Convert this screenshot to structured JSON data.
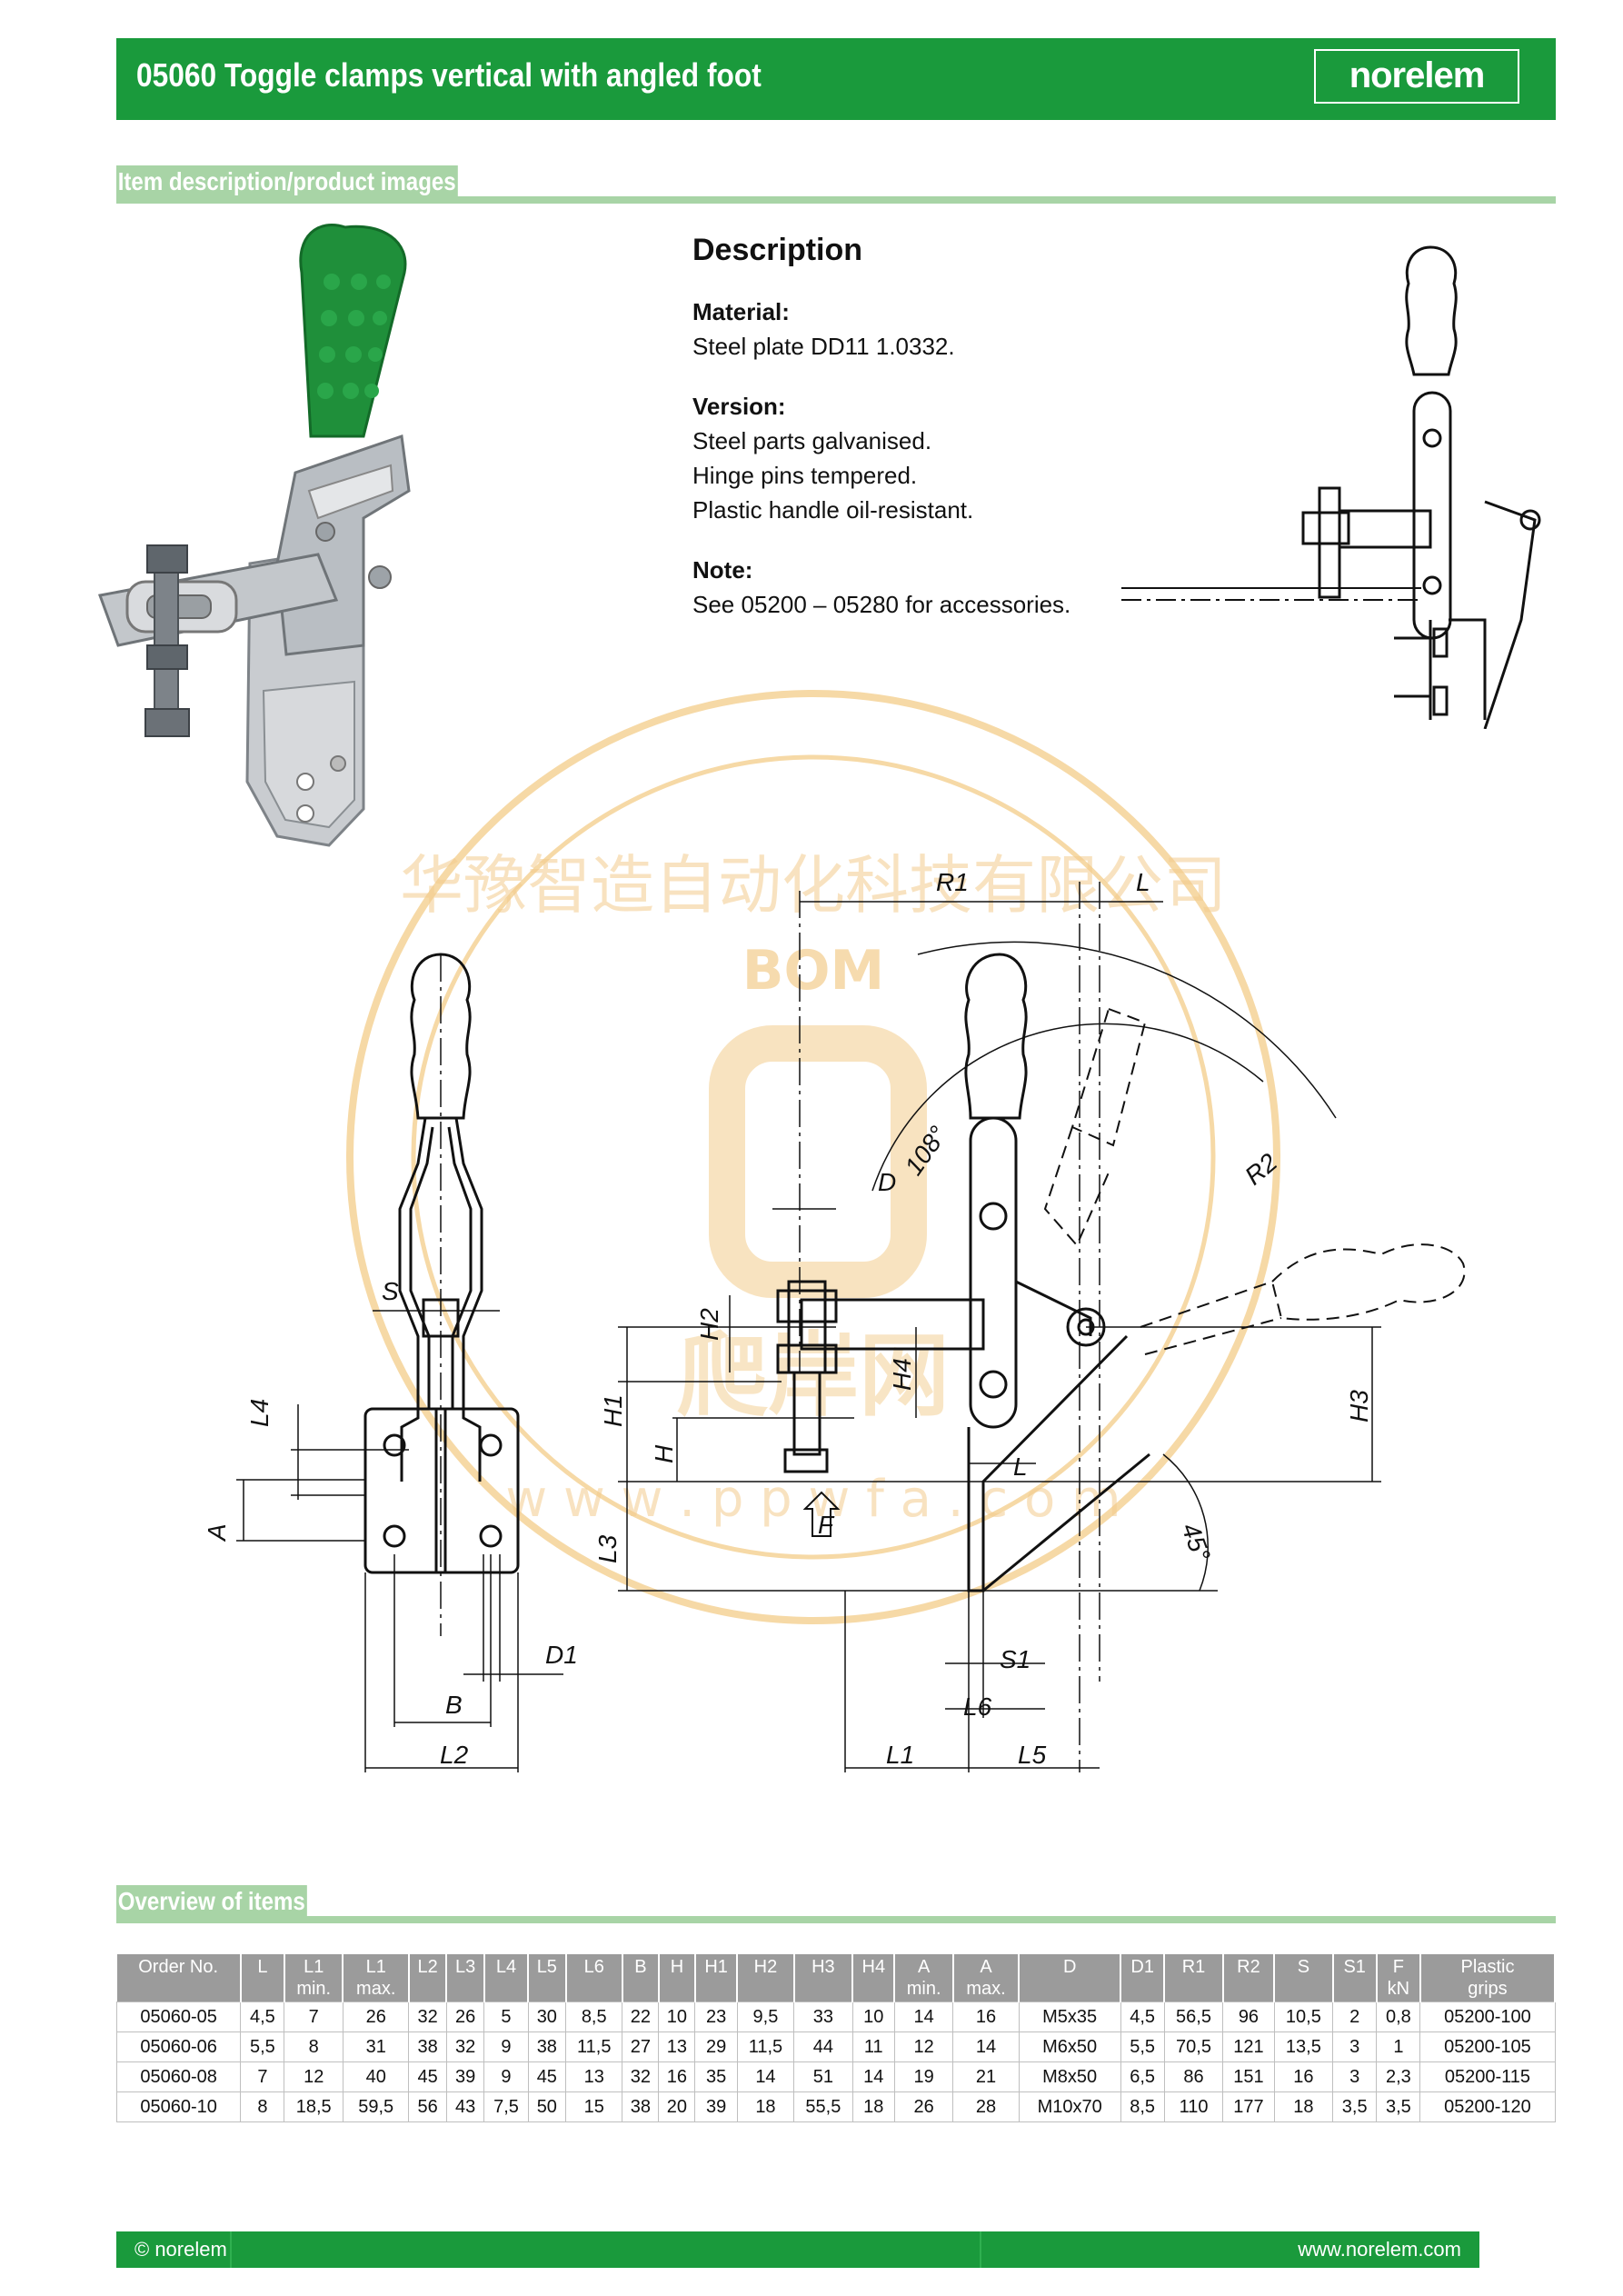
{
  "header": {
    "title": "05060 Toggle clamps vertical with angled foot",
    "logo": "norelem"
  },
  "sections": {
    "images": "Item description/product images",
    "overview": "Overview of items"
  },
  "description": {
    "heading": "Description",
    "material_label": "Material:",
    "material_text": "Steel plate DD11 1.0332.",
    "version_label": "Version:",
    "version_lines": [
      "Steel parts galvanised.",
      "Hinge pins tempered.",
      "Plastic handle oil-resistant."
    ],
    "note_label": "Note:",
    "note_text": "See 05200 – 05280 for accessories."
  },
  "drawing_labels": {
    "R1": "R1",
    "L": "L",
    "D": "D",
    "angle108": "108°",
    "R2": "R2",
    "S": "S",
    "L4": "L4",
    "A": "A",
    "H2": "H2",
    "H1": "H1",
    "H": "H",
    "H4": "H4",
    "H3": "H3",
    "L3": "L3",
    "F": "F",
    "angle45": "45°",
    "D1": "D1",
    "B": "B",
    "L2": "L2",
    "S1": "S1",
    "L6": "L6",
    "L1": "L1",
    "L5": "L5"
  },
  "watermark": {
    "line1": "华豫智造自动化科技有限公司",
    "brand": "BOM",
    "brand2": "爬岸网",
    "url": "w w w . p p w f a . c o m"
  },
  "table": {
    "headers": [
      [
        "Order No.",
        ""
      ],
      [
        "L",
        ""
      ],
      [
        "L1",
        "min."
      ],
      [
        "L1",
        "max."
      ],
      [
        "L2",
        ""
      ],
      [
        "L3",
        ""
      ],
      [
        "L4",
        ""
      ],
      [
        "L5",
        ""
      ],
      [
        "L6",
        ""
      ],
      [
        "B",
        ""
      ],
      [
        "H",
        ""
      ],
      [
        "H1",
        ""
      ],
      [
        "H2",
        ""
      ],
      [
        "H3",
        ""
      ],
      [
        "H4",
        ""
      ],
      [
        "A",
        "min."
      ],
      [
        "A",
        "max."
      ],
      [
        "D",
        ""
      ],
      [
        "D1",
        ""
      ],
      [
        "R1",
        ""
      ],
      [
        "R2",
        ""
      ],
      [
        "S",
        ""
      ],
      [
        "S1",
        ""
      ],
      [
        "F",
        "kN"
      ],
      [
        "Plastic",
        "grips"
      ]
    ],
    "rows": [
      [
        "05060-05",
        "4,5",
        "7",
        "26",
        "32",
        "26",
        "5",
        "30",
        "8,5",
        "22",
        "10",
        "23",
        "9,5",
        "33",
        "10",
        "14",
        "16",
        "M5x35",
        "4,5",
        "56,5",
        "96",
        "10,5",
        "2",
        "0,8",
        "05200-100"
      ],
      [
        "05060-06",
        "5,5",
        "8",
        "31",
        "38",
        "32",
        "9",
        "38",
        "11,5",
        "27",
        "13",
        "29",
        "11,5",
        "44",
        "11",
        "12",
        "14",
        "M6x50",
        "5,5",
        "70,5",
        "121",
        "13,5",
        "3",
        "1",
        "05200-105"
      ],
      [
        "05060-08",
        "7",
        "12",
        "40",
        "45",
        "39",
        "9",
        "45",
        "13",
        "32",
        "16",
        "35",
        "14",
        "51",
        "14",
        "19",
        "21",
        "M8x50",
        "6,5",
        "86",
        "151",
        "16",
        "3",
        "2,3",
        "05200-115"
      ],
      [
        "05060-10",
        "8",
        "18,5",
        "59,5",
        "56",
        "43",
        "7,5",
        "50",
        "15",
        "38",
        "20",
        "39",
        "18",
        "55,5",
        "18",
        "26",
        "28",
        "M10x70",
        "8,5",
        "110",
        "177",
        "18",
        "3,5",
        "3,5",
        "05200-120"
      ]
    ]
  },
  "footer": {
    "copyright": "© norelem",
    "url": "www.norelem.com"
  },
  "colors": {
    "brand_green": "#1a9a3c",
    "section_green": "#a8d4a6",
    "table_header": "#9b9b9b",
    "handle_green": "#1f8f3a"
  }
}
